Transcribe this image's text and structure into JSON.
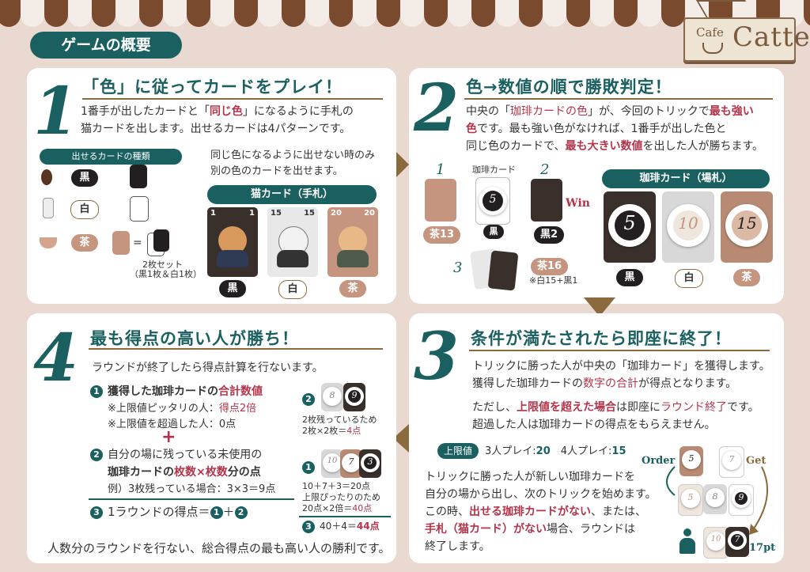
{
  "header": {
    "title": "ゲームの概要",
    "logo_small": "Cafe",
    "logo_big": "Catte"
  },
  "colors": {
    "teal": "#1b6060",
    "red": "#b3344a",
    "brown": "#c59580",
    "black": "#231f20"
  },
  "icons": [
    "coffee-bean-icon",
    "milk-bottle-icon",
    "latte-cup-icon",
    "person-icon"
  ],
  "s1": {
    "num": "1",
    "title": "「色」に従ってカードをプレイ！",
    "l1a": "1番手が出したカードと「",
    "l1b": "同じ色",
    "l1c": "」になるように手札の",
    "l2": "猫カードを出します。出せるカードは4パターンです。",
    "kinds_label": "出せるカードの種類",
    "black": "黒",
    "white": "白",
    "brown": "茶",
    "eq": "=",
    "set1": "2枚セット",
    "set2": "（黒1枚＆白1枚）",
    "note1": "同じ色になるように出せない時のみ",
    "note2": "別の色のカードを出せます。",
    "hand_label": "猫カード（手札）",
    "c1": "1",
    "c2": "15",
    "c3": "20"
  },
  "s2": {
    "num": "2",
    "title": "色→数値の順で勝敗判定！",
    "l1a": "中央の「",
    "l1b": "珈琲カードの色",
    "l1c": "」が、今回のトリックで",
    "l1d": "最も強い",
    "l2a": "色",
    "l2b": "です。最も強い色がなければ、1番手が出した色と",
    "l3a": "同じ色のカードで、",
    "l3b": "最も大きい数値",
    "l3c": "を出した人が勝ちます。",
    "n1": "1",
    "n2": "2",
    "n3": "3",
    "coffee_lbl": "珈琲カード",
    "win": "Win",
    "t13": "茶13",
    "tblack": "黒",
    "t2": "黒2",
    "t16": "茶16",
    "t16note": "※白15+黒1",
    "field_label": "珈琲カード（場札）",
    "v5": "5",
    "v10": "10",
    "v15": "15",
    "black": "黒",
    "white": "白",
    "brown": "茶"
  },
  "s3": {
    "num": "3",
    "title": "条件が満たされたら即座に終了！",
    "l1": "トリックに勝った人が中央の「珈琲カード」を獲得します。",
    "l2a": "獲得した珈琲カードの",
    "l2b": "数字の合計",
    "l2c": "が得点となります。",
    "l3a": "ただし、",
    "l3b": "上限値を超えた場合",
    "l3c": "は即座に",
    "l3d": "ラウンド終了",
    "l3e": "です。",
    "l4": "超過した人は珈琲カードの得点をもらえません。",
    "limit_label": "上限値",
    "limit_3": "3人プレイ:",
    "limit_3v": "20",
    "limit_4": "4人プレイ:",
    "limit_4v": "15",
    "l5": "トリックに勝った人が新しい珈琲カードを",
    "l6": "自分の場から出し、次のトリックを始めます。",
    "l7a": "この時、",
    "l7b": "出せる珈琲カードがない",
    "l7c": "、または、",
    "l8a": "手札（猫カード）がない",
    "l8b": "場合、ラウンドは",
    "l9": "終了します。",
    "order": "Order",
    "get": "Get",
    "pt": "17pt",
    "o5": "5",
    "o7": "7",
    "o8": "8",
    "o9": "9",
    "o10": "10"
  },
  "s4": {
    "num": "4",
    "title": "最も得点の高い人が勝ち！",
    "intro": "ラウンドが終了したら得点計算を行ないます。",
    "c1": "1",
    "i1a": "獲得した珈琲カードの",
    "i1b": "合計数値",
    "i1n1a": "※上限値ピッタリの人：",
    "i1n1b": "得点2倍",
    "i1n2": "※上限値を超過した人：0点",
    "plus": "+",
    "c2": "2",
    "i2a": "自分の場に残っている未使用の",
    "i2b": "珈琲カードの",
    "i2c": "枚数",
    "i2d": "×",
    "i2e": "枚数",
    "i2f": "分の点",
    "i2ex": "例）3枚残っている場合：3×3＝9点",
    "c3": "3",
    "i3a": "1ラウンドの得点＝",
    "i3b": "1",
    "i3c": "＋",
    "i3d": "2",
    "r2": "2",
    "r2t1": "2枚残っているため",
    "r2t2a": "2枚×2枚＝",
    "r2t2b": "4点",
    "r1": "1",
    "r1t1": "10＋7＋3＝20点",
    "r1t2": "上限ぴったりのため",
    "r1t3a": "20点×2倍＝",
    "r1t3b": "40点",
    "r3": "3",
    "r3t1": "40＋4＝",
    "r3t2": "44点",
    "cards_8": "8",
    "cards_9": "9",
    "cards_10": "10",
    "cards_7": "7",
    "cards_3": "3",
    "final": "人数分のラウンドを行ない、総合得点の最も高い人の勝利です。"
  }
}
